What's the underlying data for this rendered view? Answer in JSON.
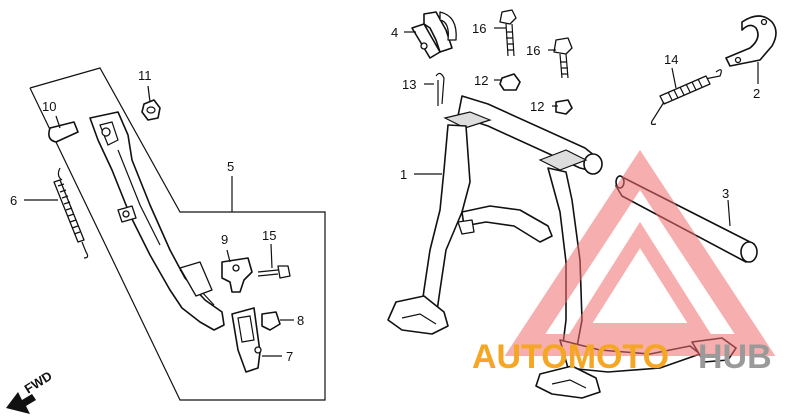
{
  "diagram": {
    "labels": {
      "p1": "1",
      "p2": "2",
      "p3": "3",
      "p4": "4",
      "p5": "5",
      "p6": "6",
      "p7": "7",
      "p8": "8",
      "p9": "9",
      "p10": "10",
      "p11": "11",
      "p12a": "12",
      "p12b": "12",
      "p13": "13",
      "p14": "14",
      "p15": "15",
      "p16a": "16",
      "p16b": "16"
    },
    "direction_marker": "FWD"
  },
  "watermark": {
    "text_orange": "AUTOMOTO",
    "text_gray": "HUB",
    "color_orange": "#f5a623",
    "color_gray": "#9a9a9a",
    "color_logo_red": "#f26d6d"
  }
}
